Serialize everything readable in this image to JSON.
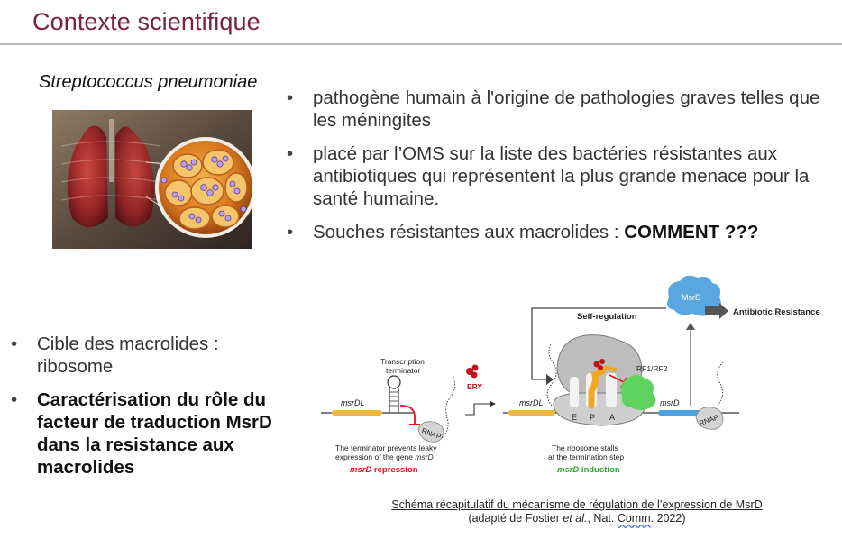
{
  "slide": {
    "title": "Contexte scientifique",
    "species": "Streptococcus pneumoniae"
  },
  "right_bullets": {
    "b1": "pathogène humain à l'origine de pathologies graves telles que les méningites",
    "b2": "placé par l’OMS sur la liste des bactéries résistantes aux antibiotiques qui représentent la plus grande menace pour la santé humaine.",
    "b3_prefix": "Souches résistantes aux macrolides : ",
    "b3_bold": "COMMENT ???"
  },
  "left_bullets": {
    "b1": "Cible des macrolides : ribosome",
    "b2": "Caractérisation du rôle du facteur de traduction MsrD dans la resistance aux macrolides"
  },
  "diagram": {
    "self_regulation": "Self-regulation",
    "msrd_protein": "MsrD",
    "antibiotic_resistance": "Antibiotic Resistance",
    "transcription_terminator_1": "Transcription",
    "transcription_terminator_2": "terminator",
    "ery": "ERY",
    "rf": "RF1/RF2",
    "msrdl_left": "msrDL",
    "msrdl_right": "msrDL",
    "msrd_gene": "msrD",
    "rnap_left": "RNAP",
    "rnap_right": "RNAP",
    "site_e": "E",
    "site_p": "P",
    "site_a": "A",
    "left_desc_1": "The terminator prevents leaky",
    "left_desc_2_prefix": "expression of the gene ",
    "left_desc_2_gene": "msrD",
    "repression_gene": "msrD",
    "repression_word": " repression",
    "right_desc_1": "The ribosome stalls",
    "right_desc_2": "at the termination step",
    "induction_gene": "msrD",
    "induction_word": " induction",
    "colors": {
      "repression": "#e8141c",
      "induction": "#2aa52a",
      "ery": "#c0141c",
      "msrd_protein": "#5aa6e0",
      "rf": "#5fd35f",
      "nascent_peptide": "#f0a81e"
    }
  },
  "caption": {
    "line1": "Schéma récapitulatif du mécanisme de régulation de l’expression de MsrD",
    "line2_prefix": "(adapté de Fostier ",
    "line2_etal": "et al.",
    "line2_mid": ", Nat. ",
    "line2_comm": "Comm",
    "line2_suffix": ". 2022)"
  }
}
